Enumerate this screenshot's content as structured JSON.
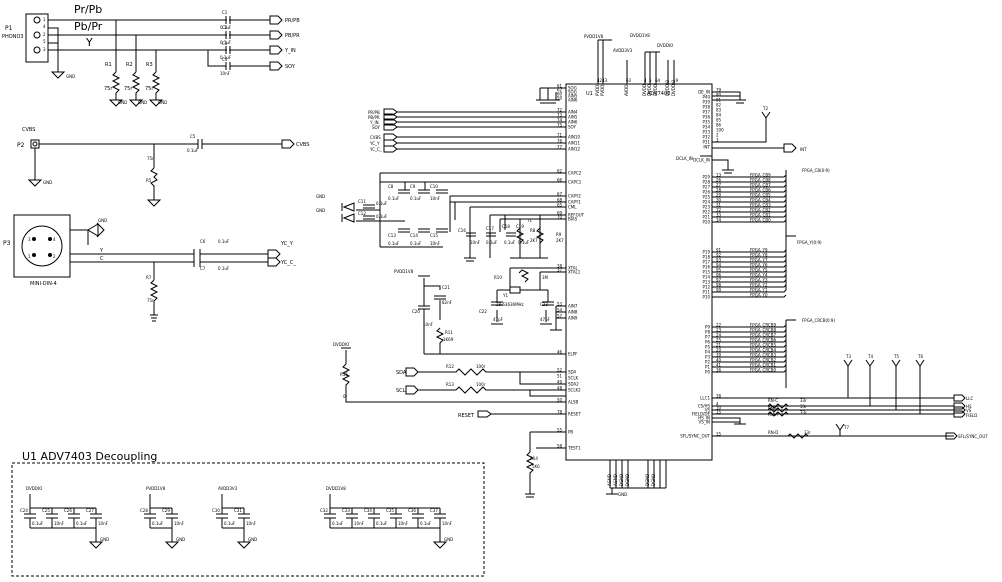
{
  "p1": {
    "ref": "P1",
    "part": "PHONO3",
    "n1": "1",
    "n2": "2",
    "n3": "3",
    "n4": "4",
    "n5": "5"
  },
  "lines": {
    "prpb": "Pr/Pb",
    "pbpr": "Pb/Pr",
    "y": "Y"
  },
  "input_caps": [
    {
      "ref": "C1",
      "val": "0.1uF",
      "net": "PR/PB"
    },
    {
      "ref": "C2",
      "val": "0.1uF",
      "net": "PB/PR"
    },
    {
      "ref": "C3",
      "val": "0.1uF",
      "net": "Y_IN"
    },
    {
      "ref": "C4",
      "val": "10nF",
      "net": "SOY"
    }
  ],
  "input_res": [
    {
      "ref": "R1",
      "val": "75r"
    },
    {
      "ref": "R2",
      "val": "75r"
    },
    {
      "ref": "R3",
      "val": "75r"
    }
  ],
  "gnd": "GND",
  "cvbs": {
    "label": "CVBS",
    "ref": "P2",
    "cap": "C5",
    "capval": "0.1uF",
    "net": "CVBS",
    "res": "R5",
    "resval": "75r"
  },
  "p3": {
    "ref": "P3",
    "part": "MINI-DIN-4",
    "n1": "1",
    "n2": "2",
    "n3": "3",
    "n4": "4",
    "y": "Y",
    "c": "C",
    "c6": "C6",
    "c6val": "0.1uF",
    "net_y": "YC_Y",
    "c7": "C7",
    "c7val": "0.1uF",
    "net_c": "YC_C_",
    "r7": "R7",
    "r7val": "75r"
  },
  "u1": {
    "ref": "U1",
    "part": "ADV7403",
    "pwr": {
      "pvddiv8": "PVDD1V8",
      "dvdd1v8": "DVDD1V8",
      "avdd3v3": "AVDD3V3",
      "dvddio": "DVDDIO"
    },
    "top_pins": [
      {
        "num": "42",
        "name": "PVDD"
      },
      {
        "num": "43",
        "name": "PVDD"
      },
      {
        "num": "63",
        "name": "AVDD"
      },
      {
        "num": "4",
        "name": "DVDD"
      },
      {
        "num": "5",
        "name": "DVDD"
      },
      {
        "num": "64",
        "name": "DVDD"
      },
      {
        "num": "1",
        "name": "DVDDIO"
      },
      {
        "num": "19",
        "name": "DVDDIO"
      }
    ],
    "left_pins": [
      {
        "num": "61",
        "name": "SOG"
      },
      {
        "num": "62",
        "name": "SOG"
      },
      {
        "num": "60",
        "name": "AIN5"
      },
      {
        "num": "59",
        "name": "AIN6"
      },
      {
        "num": "72",
        "name": "AIN4"
      },
      {
        "num": "73",
        "name": "AIN5"
      },
      {
        "num": "74",
        "name": "AIN6"
      },
      {
        "num": "75",
        "name": "SOY"
      },
      {
        "num": "71",
        "name": "AIN10"
      },
      {
        "num": "76",
        "name": "AIN11"
      },
      {
        "num": "77",
        "name": "AIN12"
      },
      {
        "num": "62",
        "name": "CAPC2"
      },
      {
        "num": "66",
        "name": "CAPC1"
      },
      {
        "num": "67",
        "name": "CAPY2"
      },
      {
        "num": "68",
        "name": "CAPY1"
      },
      {
        "num": "65",
        "name": "CML"
      },
      {
        "num": "69",
        "name": "REFOUT"
      },
      {
        "num": "70",
        "name": "BIAS"
      },
      {
        "num": "38",
        "name": "XTAL"
      },
      {
        "num": "37",
        "name": "XTAL1"
      },
      {
        "num": "53",
        "name": "AIN7"
      },
      {
        "num": "54",
        "name": "AIN8"
      },
      {
        "num": "57",
        "name": "AIN9"
      },
      {
        "num": "46",
        "name": "ELPF"
      },
      {
        "num": "52",
        "name": "SDA"
      },
      {
        "num": "51",
        "name": "SCLK"
      },
      {
        "num": "49",
        "name": "SDA2"
      },
      {
        "num": "48",
        "name": "SCLK2"
      },
      {
        "num": "50",
        "name": "ALSB"
      },
      {
        "num": "78",
        "name": "RESET"
      },
      {
        "num": "55",
        "name": "PB"
      },
      {
        "num": "58",
        "name": "TEST1"
      }
    ],
    "right_pins": [
      {
        "num": "79",
        "name": "DE_IN"
      },
      {
        "num": "80",
        "name": "P40"
      },
      {
        "num": "81",
        "name": "P39"
      },
      {
        "num": "82",
        "name": "P38"
      },
      {
        "num": "83",
        "name": "P37"
      },
      {
        "num": "84",
        "name": "P36"
      },
      {
        "num": "85",
        "name": "P35"
      },
      {
        "num": "86",
        "name": "P34"
      },
      {
        "num": "100",
        "name": "P33"
      },
      {
        "num": "2",
        "name": "P32"
      },
      {
        "num": "3",
        "name": "P31"
      },
      {
        "num": "",
        "name": "INT"
      },
      {
        "num": "",
        "name": "DCLK_IN"
      },
      {
        "num": "13",
        "name": "P29"
      },
      {
        "num": "26",
        "name": "P28"
      },
      {
        "num": "27",
        "name": "P27"
      },
      {
        "num": "28",
        "name": "P26"
      },
      {
        "num": "29",
        "name": "P25"
      },
      {
        "num": "30",
        "name": "P24"
      },
      {
        "num": "31",
        "name": "P23"
      },
      {
        "num": "32",
        "name": "P22"
      },
      {
        "num": "33",
        "name": "P21"
      },
      {
        "num": "34",
        "name": "P20"
      },
      {
        "num": "91",
        "name": "P19"
      },
      {
        "num": "92",
        "name": "P18"
      },
      {
        "num": "93",
        "name": "P17"
      },
      {
        "num": "94",
        "name": "P16"
      },
      {
        "num": "95",
        "name": "P15"
      },
      {
        "num": "96",
        "name": "P14"
      },
      {
        "num": "97",
        "name": "P13"
      },
      {
        "num": "98",
        "name": "P12"
      },
      {
        "num": "99",
        "name": "P11"
      },
      {
        "num": "",
        "name": "P10"
      },
      {
        "num": "22",
        "name": "P9"
      },
      {
        "num": "23",
        "name": "P8"
      },
      {
        "num": "24",
        "name": "P7"
      },
      {
        "num": "25",
        "name": "P6"
      },
      {
        "num": "21",
        "name": "P5"
      },
      {
        "num": "20",
        "name": "P4"
      },
      {
        "num": "39",
        "name": "P3"
      },
      {
        "num": "40",
        "name": "P2"
      },
      {
        "num": "41",
        "name": "P1"
      },
      {
        "num": "36",
        "name": "P0"
      },
      {
        "num": "38",
        "name": "LLC1"
      },
      {
        "num": "4",
        "name": "CS/HS"
      },
      {
        "num": "10",
        "name": "VS"
      },
      {
        "num": "15",
        "name": "FIELD/DE"
      },
      {
        "num": "",
        "name": "HS_IN"
      },
      {
        "num": "",
        "name": "VS_IN"
      },
      {
        "num": "15",
        "name": "SFL/SYNC_OUT"
      }
    ]
  },
  "u1_left_nets": {
    "prpb": "PR/PB",
    "pbpr": "PB/PR",
    "yin": "Y_IN",
    "soy": "SOY",
    "cvbs": "CVBS",
    "ycy": "YC_Y",
    "ycc": "YC_C_",
    "sda": "SDA",
    "scl": "SCL",
    "reset": "RESET"
  },
  "caps_mid": [
    {
      "ref": "C8",
      "val": "0.1uF"
    },
    {
      "ref": "C9",
      "val": "0.1uF"
    },
    {
      "ref": "C10",
      "val": "10nF"
    },
    {
      "ref": "C11",
      "val": "0.1uF"
    },
    {
      "ref": "C12",
      "val": "0.1uF"
    },
    {
      "ref": "C13",
      "val": "0.1uF"
    },
    {
      "ref": "C14",
      "val": "0.1uF"
    },
    {
      "ref": "C15",
      "val": "10nF"
    },
    {
      "ref": "C16",
      "val": "10nF"
    },
    {
      "ref": "C17",
      "val": "0.1uF"
    },
    {
      "ref": "C18",
      "val": "0.1uF"
    },
    {
      "ref": "C19",
      "val": "0.1uF"
    },
    {
      "ref": "C20",
      "val": "10nF"
    },
    {
      "ref": "C21",
      "val": "82nF"
    },
    {
      "ref": "C22",
      "val": "47pF"
    },
    {
      "ref": "C23",
      "val": "47pF"
    }
  ],
  "res_mid": [
    {
      "ref": "R8",
      "val": "2K7"
    },
    {
      "ref": "R9",
      "val": "2K7"
    },
    {
      "ref": "R10",
      "val": "1M"
    },
    {
      "ref": "R11",
      "val": "1K69"
    },
    {
      "ref": "R12",
      "val": "100r"
    },
    {
      "ref": "R13",
      "val": "100r"
    },
    {
      "ref": "R14",
      "val": "5K6"
    },
    {
      "ref": "R15",
      "val": "0r"
    }
  ],
  "xtal": {
    "ref": "Y1",
    "val": "28.63636MHz"
  },
  "t1": "T1",
  "mid_pwr": {
    "pvdd": "PVDD1V8",
    "dvddio": "DVDDIO"
  },
  "right_nets": {
    "t2": "T2",
    "int": "INT",
    "dclk": "DCLK_IN",
    "cb": "FPGA_CB(0:9)",
    "y": "FPGA_Y(0:9)",
    "crcb": "FPGA_CRCB(0:9)",
    "t3": "T3",
    "t4": "T4",
    "t5": "T5",
    "t6": "T6",
    "t7": "T7",
    "llc": "LLC",
    "hs": "HS",
    "vs": "VS",
    "field": "FIELD",
    "sfl": "SFL/SYNC_OUT",
    "rn": [
      "RN-C",
      "RN-B",
      "RN-A",
      "RN-D"
    ],
    "rnval": "33r"
  },
  "bus_cb": [
    "FPGA_CB9",
    "FPGA_CB8",
    "FPGA_CB7",
    "FPGA_CB6",
    "FPGA_CB5",
    "FPGA_CB4",
    "FPGA_CB3",
    "FPGA_CB2",
    "FPGA_CB1",
    "FPGA_CB0"
  ],
  "bus_y": [
    "FPGA_Y9",
    "FPGA_Y8",
    "FPGA_Y7",
    "FPGA_Y6",
    "FPGA_Y5",
    "FPGA_Y4",
    "FPGA_Y3",
    "FPGA_Y2",
    "FPGA_Y1",
    "FPGA_Y0"
  ],
  "bus_cr": [
    "FPGA_CRCB9",
    "FPGA_CRCB8",
    "FPGA_CRCB7",
    "FPGA_CRCB6",
    "FPGA_CRCB5",
    "FPGA_CRCB4",
    "FPGA_CRCB3",
    "FPGA_CRCB2",
    "FPGA_CRCB1",
    "FPGA_CRCB0"
  ],
  "bottom_gnd_pins": [
    "AGND",
    "AGND",
    "DGND",
    "DGND",
    "DGND",
    "DGND"
  ],
  "decoupling": {
    "title": "U1 ADV7403 Decoupling",
    "groups": [
      {
        "rail": "DVDDIO",
        "caps": [
          {
            "ref": "C24",
            "val": "0.1uF"
          },
          {
            "ref": "C25",
            "val": "10nF"
          },
          {
            "ref": "C26",
            "val": "0.1uF"
          },
          {
            "ref": "C27",
            "val": "10nF"
          }
        ]
      },
      {
        "rail": "PVDD1V8",
        "caps": [
          {
            "ref": "C28",
            "val": "0.1uF"
          },
          {
            "ref": "C29",
            "val": "10nF"
          }
        ]
      },
      {
        "rail": "AVDD3V3",
        "caps": [
          {
            "ref": "C30",
            "val": "0.1uF"
          },
          {
            "ref": "C31",
            "val": "10nF"
          }
        ]
      },
      {
        "rail": "DVDD1V8",
        "caps": [
          {
            "ref": "C32",
            "val": "0.1uF"
          },
          {
            "ref": "C33",
            "val": "10nF"
          },
          {
            "ref": "C34",
            "val": "0.1uF"
          },
          {
            "ref": "C35",
            "val": "10nF"
          },
          {
            "ref": "C36",
            "val": "0.1uF"
          },
          {
            "ref": "C37",
            "val": "10nF"
          }
        ]
      }
    ]
  }
}
